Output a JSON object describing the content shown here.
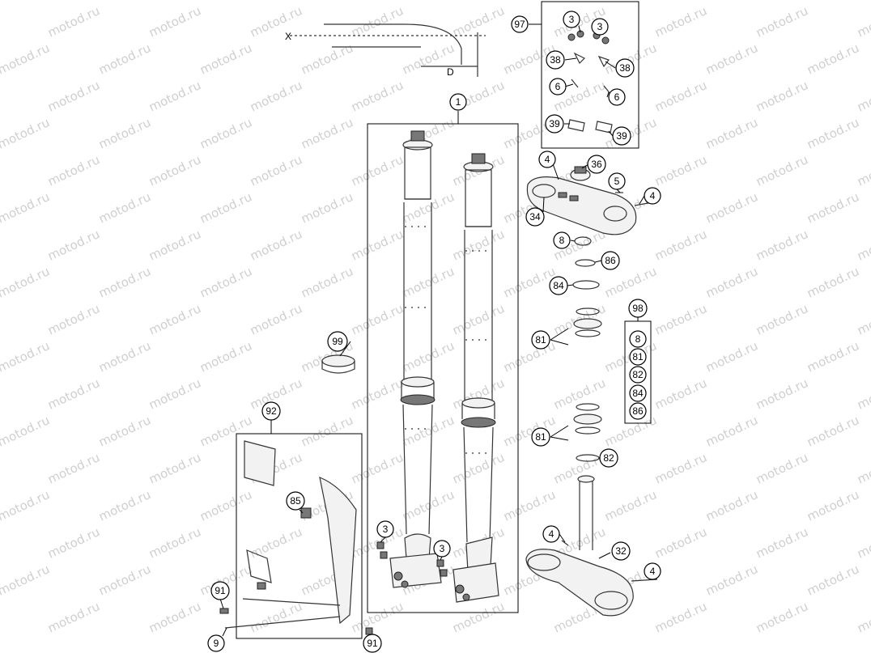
{
  "watermark": "motod.ru",
  "dimension_labels": {
    "x": "X",
    "d": "D"
  },
  "callouts": {
    "c1": "1",
    "c97": "97",
    "c3a": "3",
    "c3b": "3",
    "c38a": "38",
    "c38b": "38",
    "c6a": "6",
    "c6b": "6",
    "c39a": "39",
    "c39b": "39",
    "c4a": "4",
    "c36": "36",
    "c5": "5",
    "c4b": "4",
    "c34": "34",
    "c8": "8",
    "c86": "86",
    "c84": "84",
    "c81a": "81",
    "c98": "98",
    "k8": "8",
    "k81": "81",
    "k82": "82",
    "k84": "84",
    "k86": "86",
    "c81b": "81",
    "c82": "82",
    "c99": "99",
    "c92": "92",
    "c85": "85",
    "c3c": "3",
    "c3d": "3",
    "c4c": "4",
    "c32": "32",
    "c4d": "4",
    "c91a": "91",
    "c9": "9",
    "c91b": "91"
  }
}
